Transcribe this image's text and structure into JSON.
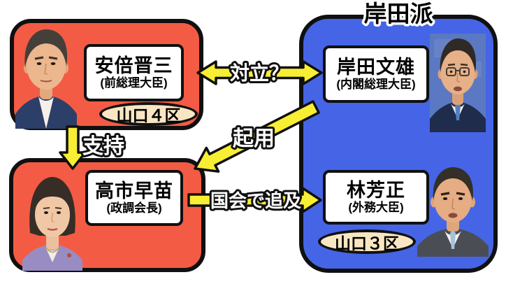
{
  "faction_label": "岸田派",
  "people": {
    "abe": {
      "name": "安倍晋三",
      "title": "(前総理大臣)",
      "district": "山口４区"
    },
    "kishida": {
      "name": "岸田文雄",
      "title": "(内閣総理大臣)"
    },
    "takaichi": {
      "name": "高市早苗",
      "title": "(政調会長)"
    },
    "hayashi": {
      "name": "林芳正",
      "title": "(外務大臣)",
      "district": "山口３区"
    }
  },
  "relations": {
    "conflict": "対立？",
    "support": "支持",
    "appointment": "起用",
    "pursuit": "国会で追及"
  },
  "colors": {
    "box_red": "#f45b44",
    "box_blue": "#4565e6",
    "arrow_yellow": "#f8ee33",
    "district_cream": "#f8e6c3",
    "outline_black": "#101010",
    "background": "#ffffff"
  }
}
